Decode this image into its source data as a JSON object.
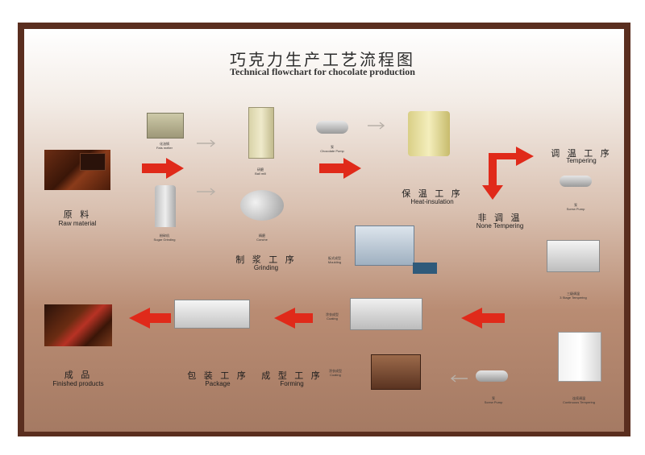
{
  "title": {
    "zh": "巧克力生产工艺流程图",
    "en": "Technical flowchart for chocolate production"
  },
  "stages": {
    "raw": {
      "zh": "原 料",
      "en": "Raw material"
    },
    "grinding": {
      "zh": "制 浆 工 序",
      "en": "Grinding"
    },
    "heat": {
      "zh": "保 温 工 序",
      "en": "Heat-insulation"
    },
    "tempering": {
      "zh": "调 温 工 序",
      "en": "Tempering"
    },
    "none_tempering": {
      "zh": "非 调 温",
      "en": "None Tempering"
    },
    "forming": {
      "zh": "成 型 工 序",
      "en": "Forming"
    },
    "package": {
      "zh": "包 装 工 序",
      "en": "Package"
    },
    "finished": {
      "zh": "成 品",
      "en": "Finished products"
    }
  },
  "machines": {
    "m1": {
      "zh": "化油锅",
      "en": "Fats melter"
    },
    "m2": {
      "zh": "研磨",
      "en": "Ball mill"
    },
    "m3": {
      "zh": "粉碎机",
      "en": "Sugar Grinding"
    },
    "m4": {
      "zh": "精磨",
      "en": "Conche"
    },
    "m5": {
      "zh": "泵",
      "en": "Chocolate Pump"
    },
    "m6": {
      "zh": "泵",
      "en": "Screw Pump"
    },
    "m7": {
      "zh": "板式成型",
      "en": "Moulding"
    },
    "m8": {
      "zh": "三级调温",
      "en": "3 Stage Tempering"
    },
    "m9": {
      "zh": "涂衣成型",
      "en": "Coating"
    },
    "m10": {
      "zh": "涂衣成型",
      "en": "Coating"
    },
    "m11": {
      "zh": "泵",
      "en": "Screw Pump"
    },
    "m12": {
      "zh": "连续调温",
      "en": "Continuous Tempering"
    }
  },
  "colors": {
    "frame": "#5a2e1f",
    "arrow_red": "#e02a1a",
    "arrow_grey": "#b8b0a8"
  }
}
